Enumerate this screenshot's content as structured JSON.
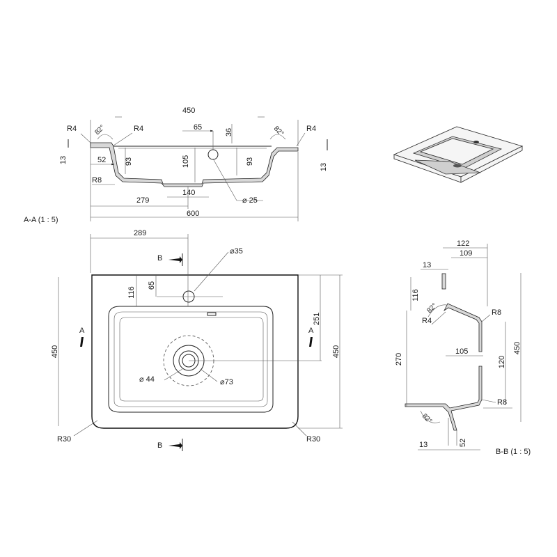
{
  "views": {
    "section_aa": {
      "caption": "A-A (1 : 5)",
      "dims": {
        "overall_top": "450",
        "r4_left_out": "R4",
        "r4_left_in": "R4",
        "r4_right": "R4",
        "angle_left": "82°",
        "angle_right": "82°",
        "rim_left": "13",
        "rim_right": "13",
        "offset_52": "52",
        "r8": "R8",
        "depth_left": "93",
        "depth_right": "93",
        "depth_105": "105",
        "tap_65": "65",
        "tap_36": "36",
        "drain_140": "140",
        "base_279": "279",
        "overall_600": "600",
        "tap_hole": "⌀ 25"
      }
    },
    "plan": {
      "dims": {
        "tap_offset_289": "289",
        "tap_hole_35": "⌀35",
        "inner_116": "116",
        "tap_65": "65",
        "depth_251": "251",
        "overall_left_450": "450",
        "overall_right_450": "450",
        "drain_44": "⌀ 44",
        "drain_73": "⌀73",
        "corner_left": "R30",
        "corner_right": "R30",
        "section_b_top": "B",
        "section_b_bottom": "B",
        "section_a_left": "A",
        "section_a_right": "A"
      }
    },
    "section_bb": {
      "caption": "B-B (1 : 5)",
      "dims": {
        "top_122": "122",
        "top_109": "109",
        "rim_13_top": "13",
        "depth_116": "116",
        "angle_top": "82°",
        "r4": "R4",
        "r8_top": "R8",
        "mid_105": "105",
        "height_270": "270",
        "height_120": "120",
        "overall_450": "450",
        "r8_bottom": "R8",
        "angle_bottom": "82°",
        "rim_13_bottom": "13",
        "offset_52": "52"
      }
    },
    "isometric": {
      "label": ""
    }
  }
}
